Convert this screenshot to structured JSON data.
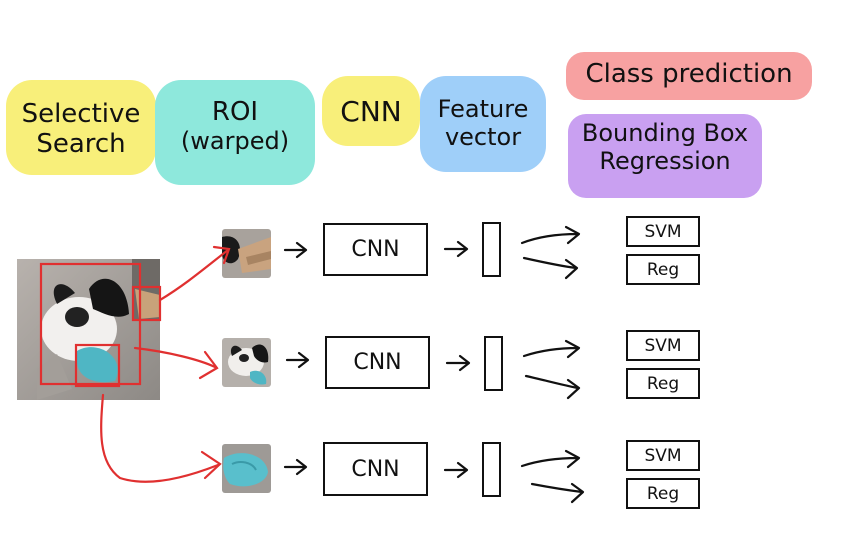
{
  "headers": {
    "selective_search": [
      "Selective",
      "Search"
    ],
    "roi": [
      "ROI",
      "(warped)"
    ],
    "cnn": "CNN",
    "feature_vector": [
      "Feature",
      "vector"
    ],
    "class_prediction": "Class prediction",
    "bbox_regression": [
      "Bounding Box",
      "Regression"
    ]
  },
  "colors": {
    "yellow": "#f8ef7a",
    "teal": "#8ee8dc",
    "blue": "#9fcff9",
    "pink": "#f7a1a1",
    "purple": "#c9a0f1",
    "red": "#e03030"
  },
  "rows": [
    {
      "cnn_label": "CNN",
      "svm_label": "SVM",
      "reg_label": "Reg"
    },
    {
      "cnn_label": "CNN",
      "svm_label": "SVM",
      "reg_label": "Reg"
    },
    {
      "cnn_label": "CNN",
      "svm_label": "SVM",
      "reg_label": "Reg"
    }
  ],
  "icons": {
    "input_image": "dog-photo",
    "roi_1": "dog-ear-crop",
    "roi_2": "dog-crop",
    "roi_3": "blue-toy-crop"
  }
}
